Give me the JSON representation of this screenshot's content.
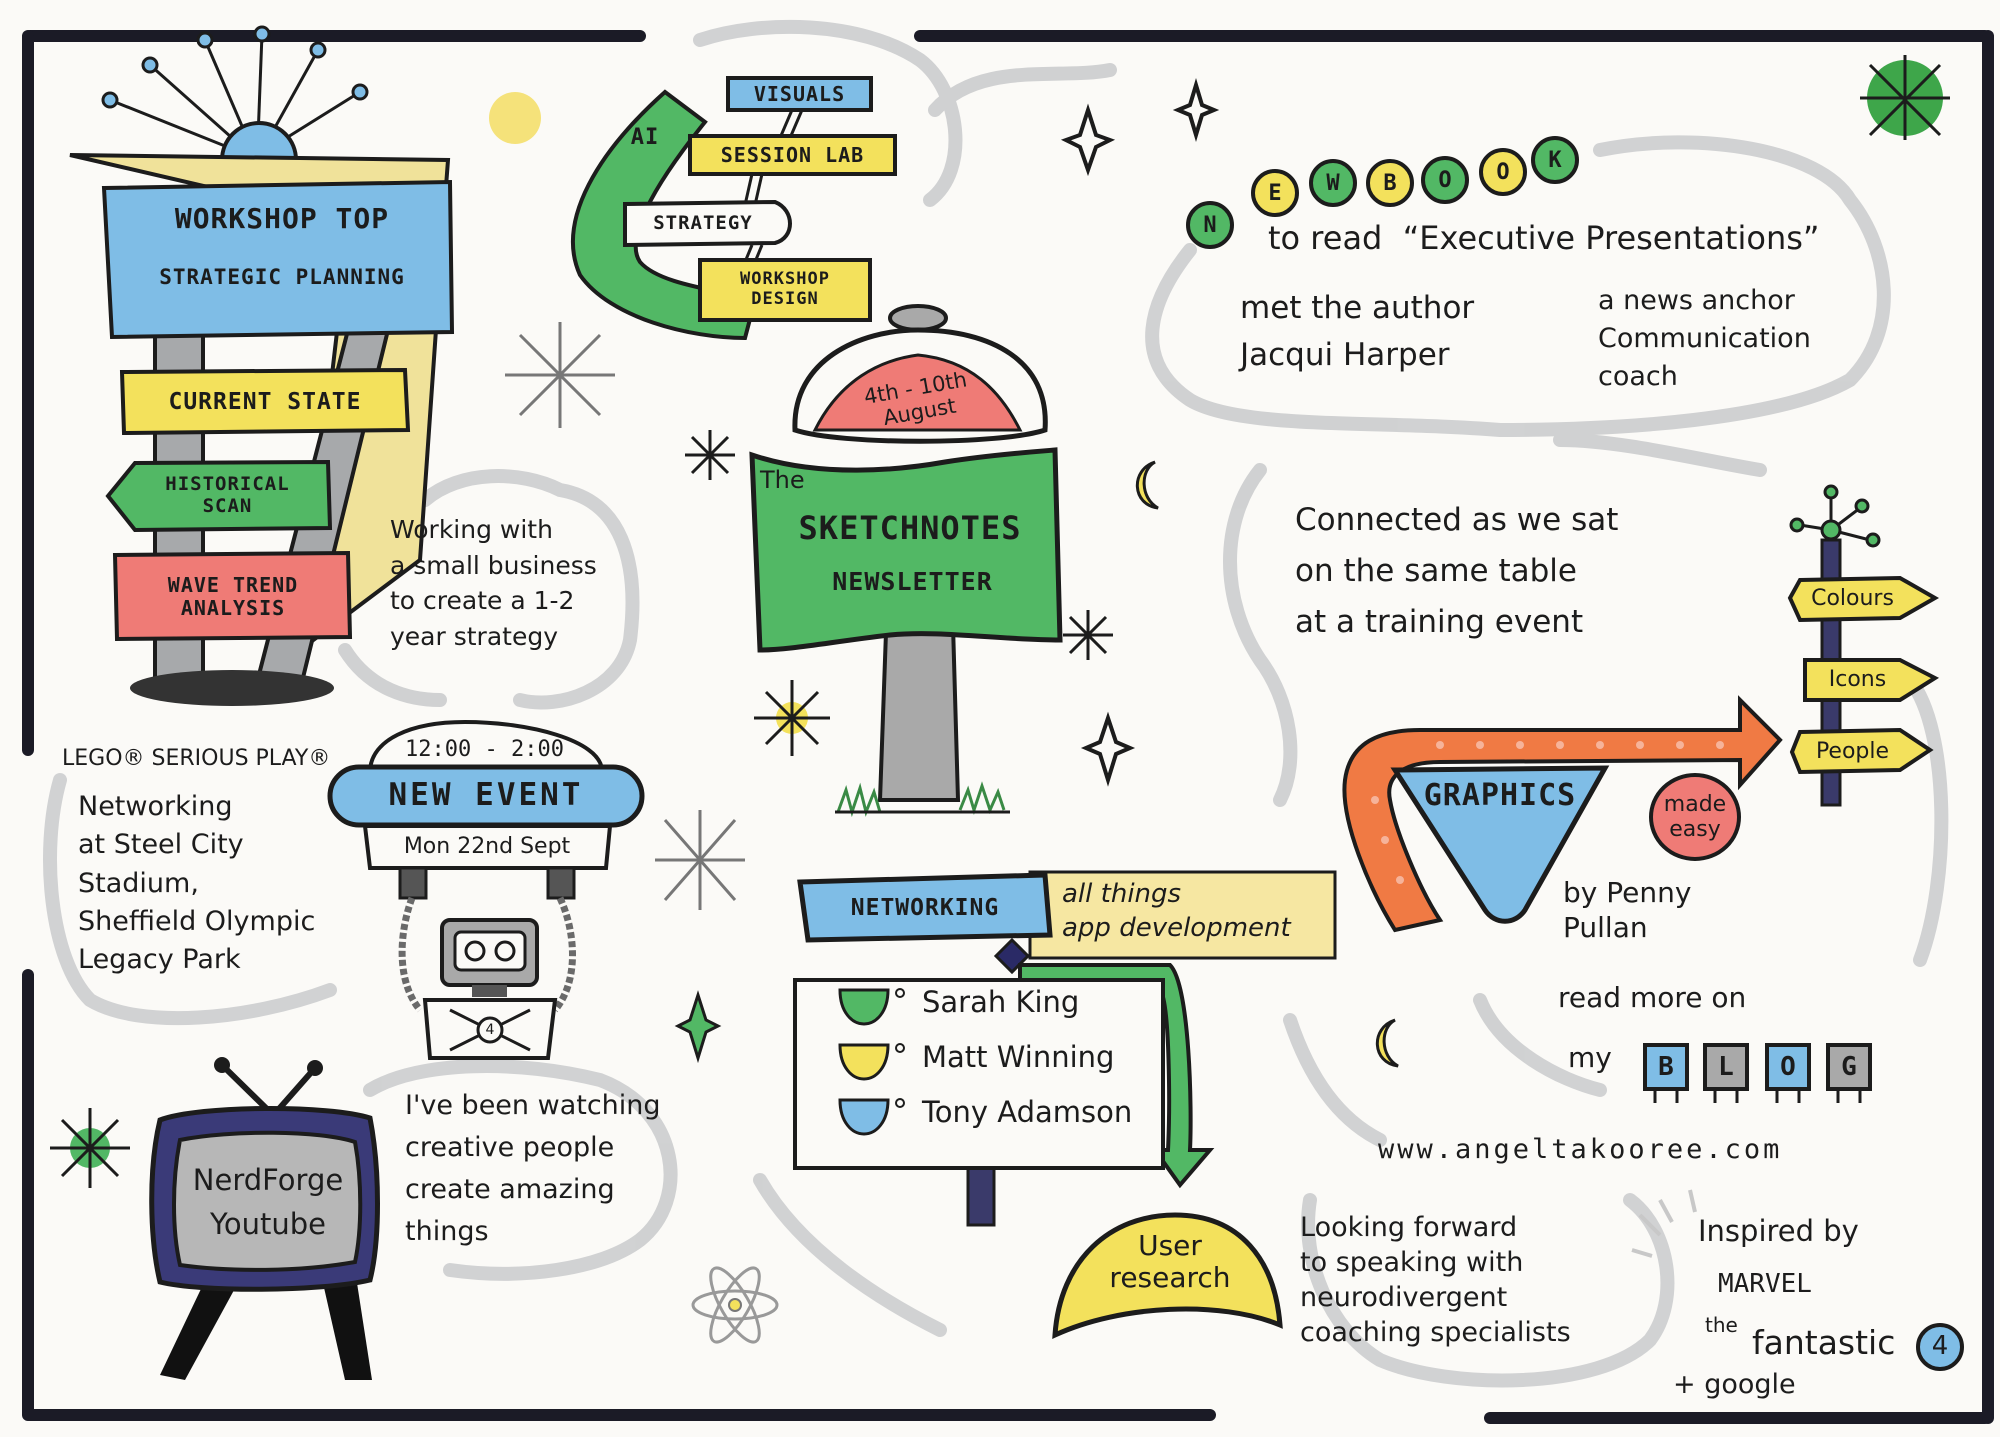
{
  "colors": {
    "ink": "#1c1c1c",
    "paper": "#fbfaf7",
    "blue": "#7fbde6",
    "yellow": "#f3e15c",
    "green": "#52b865",
    "red": "#ef7b76",
    "grey": "#a9a9a9",
    "orange": "#f07a44"
  },
  "workshop": {
    "title": "WORKSHOP TOP",
    "subtitle": "STRATEGIC PLANNING",
    "signs": [
      "CURRENT STATE",
      "HISTORICAL\nSCAN",
      "WAVE TREND\nANALYSIS"
    ],
    "note": "Working with\na small business\nto create a 1-2\nyear strategy"
  },
  "boomerang": {
    "ai": "AI",
    "signs": [
      "VISUALS",
      "SESSION LAB",
      "STRATEGY",
      "WORKSHOP\nDESIGN"
    ]
  },
  "newsletter": {
    "dates": "4th - 10th\nAugust",
    "line1": "The",
    "line2": "SKETCHNOTES",
    "line3": "NEWSLETTER"
  },
  "book": {
    "letters": [
      "N",
      "E",
      "W",
      "B",
      "O",
      "O",
      "K"
    ],
    "read_line": "to read  “Executive Presentations”",
    "met": "met the author\n   Jacqui Harper",
    "role": "a news anchor\nCommunication\ncoach"
  },
  "connected": {
    "text": "Connected as we sat\non the same table\nat a training event"
  },
  "graphics": {
    "label": "GRAPHICS",
    "made_easy": "made\neasy",
    "by": "by Penny\n  Pullan",
    "signs": [
      "Colours",
      "Icons",
      "People"
    ]
  },
  "blog": {
    "read_more": "read more on",
    "my": "my",
    "letters": [
      "B",
      "L",
      "O",
      "G"
    ],
    "url": "www.angeltakooree.com"
  },
  "lego": {
    "title": "LEGO® SERIOUS PLAY®",
    "body": "Networking\nat Steel City\nStadium,\nSheffield Olympic\nLegacy Park"
  },
  "event": {
    "time": "12:00 - 2:00",
    "title": "NEW EVENT",
    "date": "Mon 22nd Sept",
    "badge": "4"
  },
  "tv": {
    "label": "NerdForge\nYoutube",
    "note": "I've been watching\ncreative people\ncreate amazing\nthings"
  },
  "networking": {
    "label": "NETWORKING",
    "topic": "all things\napp development",
    "people": [
      "Sarah King",
      "Matt Winning",
      "Tony Adamson"
    ]
  },
  "user_research": {
    "label": "User\nresearch"
  },
  "looking": {
    "text": "Looking forward\nto speaking with\nneurodivergent\ncoaching specialists"
  },
  "inspired": {
    "line1": "Inspired by",
    "line2": "MARVEL",
    "the": "the",
    "fantastic": "fantastic",
    "four": "4",
    "google": "+ google"
  }
}
